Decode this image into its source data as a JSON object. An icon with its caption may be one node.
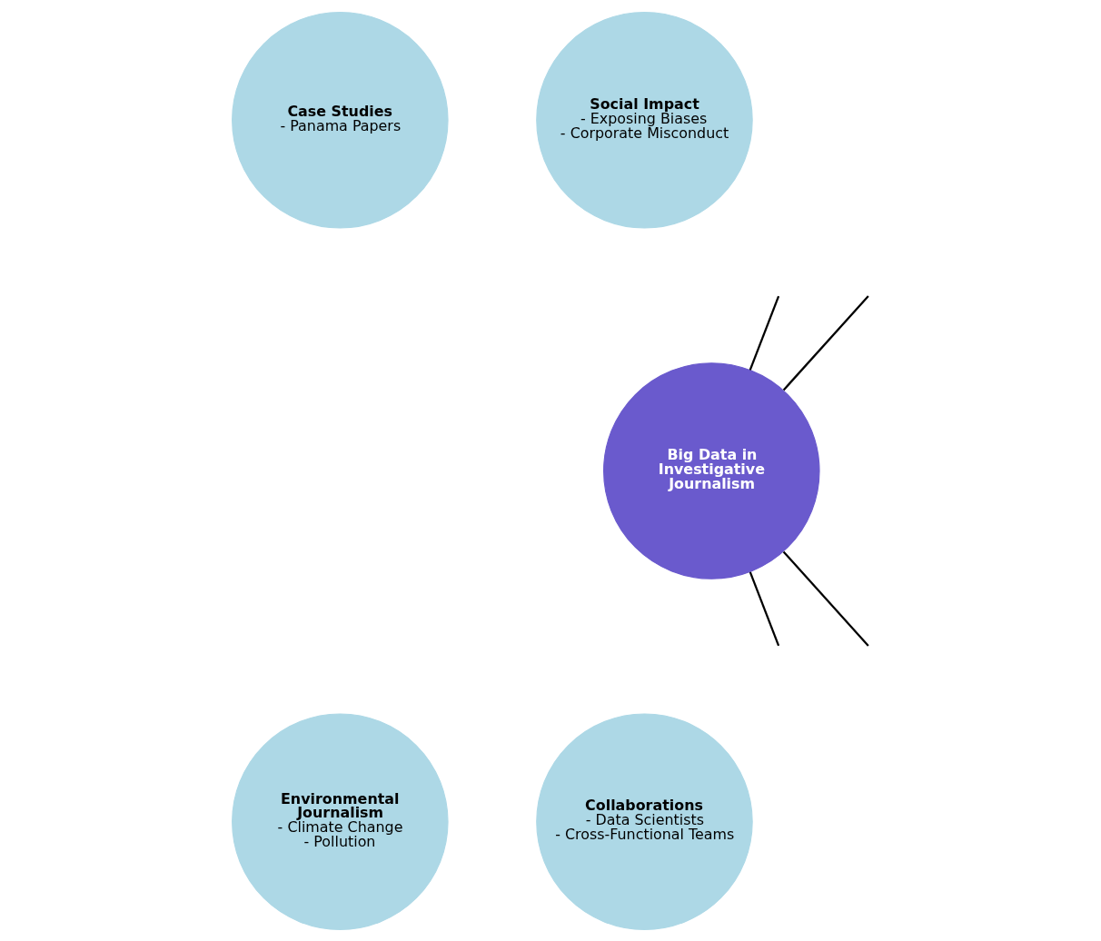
{
  "diagram": {
    "nodes": [
      {
        "text": [
          "Case Studies",
          "- Panama Papers"
        ]
      },
      {
        "text": [
          "Social Impact",
          "- Exposing Biases",
          "- Corporate Misconduct"
        ]
      },
      {
        "text": [
          "Big Data in Investigative Journalism"
        ]
      },
      {
        "text": [
          "Environmental Journalism",
          "- Climate Change",
          "- Pollution"
        ]
      },
      {
        "text": [
          "Collaborations",
          "- Data Scientists",
          "- Cross-Functional Teams"
        ]
      }
    ],
    "edges": [
      {
        "from": 2,
        "to": null,
        "arrow": "none"
      },
      {
        "from": 2,
        "to": null,
        "arrow": "none"
      },
      {
        "from": 2,
        "to": null,
        "arrow": "none"
      },
      {
        "from": 2,
        "to": null,
        "arrow": "none"
      }
    ]
  }
}
